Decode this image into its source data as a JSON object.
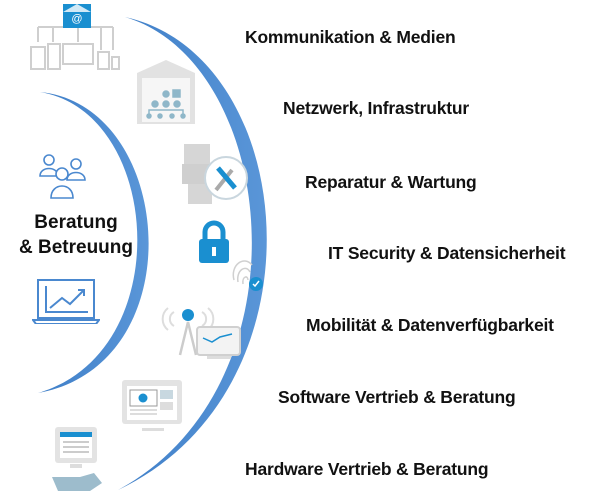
{
  "center": {
    "line1": "Beratung",
    "line2": "& Betreuung"
  },
  "services": [
    {
      "label": "Kommunikation & Medien",
      "icon": "email-network-icon"
    },
    {
      "label": "Netzwerk, Infrastruktur",
      "icon": "building-network-icon"
    },
    {
      "label": "Reparatur & Wartung",
      "icon": "tools-icon"
    },
    {
      "label": "IT Security & Datensicherheit",
      "icon": "lock-fingerprint-icon"
    },
    {
      "label": "Mobilität & Datenverfügbarkeit",
      "icon": "antenna-monitor-icon"
    },
    {
      "label": "Software Vertrieb & Beratung",
      "icon": "monitor-media-icon"
    },
    {
      "label": "Hardware Vertrieb & Beratung",
      "icon": "hand-monitor-icon"
    }
  ],
  "colors": {
    "arc": "#4a88cf",
    "accent": "#1a8fd0",
    "icon_gray": "#d0d0d0"
  }
}
